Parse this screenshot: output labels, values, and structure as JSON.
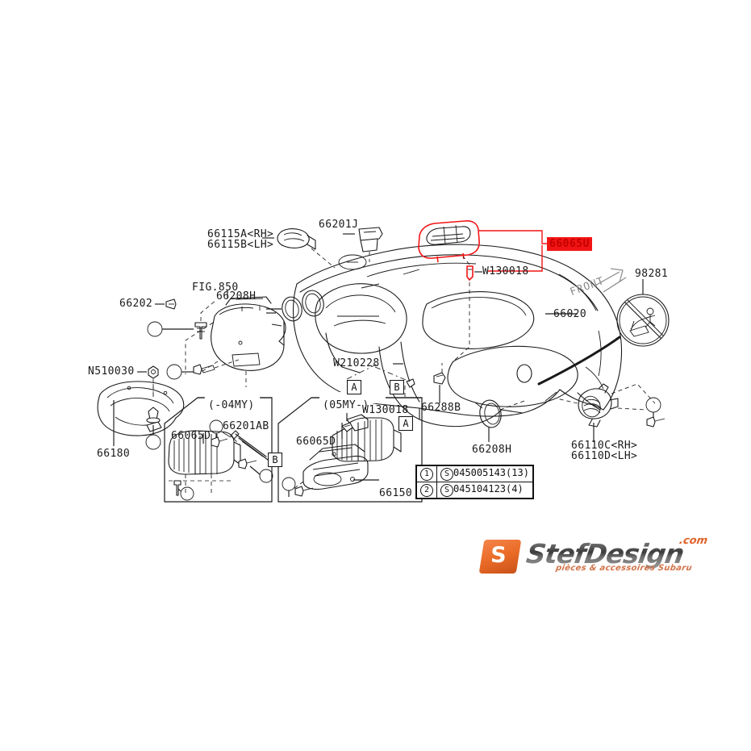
{
  "diagram": {
    "title": "Subaru instrument panel / dashboard parts diagram",
    "accent_red": "#f21414",
    "line_color": "#1a1a1a"
  },
  "highlight": {
    "part_number": "66065U"
  },
  "labels": {
    "p66115": "66115A<RH>\n66115B<LH>",
    "p66201J": "66201J",
    "w130018_top": "W130018",
    "p66202": "66202",
    "fig850": "FIG.850",
    "p66208H_top": "66208H",
    "n510030": "N510030",
    "p66180": "66180",
    "my04": "(-04MY)",
    "p66065D_left": "66065D",
    "p66201AB": "66201AB",
    "w210228": "W210228",
    "my05": "(05MY-)",
    "w130018_mid": "W130018",
    "p66288B": "66288B",
    "p66065D_mid": "66065D",
    "p66150": "66150",
    "p66020": "66020",
    "p98281": "98281",
    "p66208H_bottom": "66208H",
    "p66110": "66110C<RH>\n66110D<LH>",
    "front_arrow": "FRONT"
  },
  "markers": {
    "a_left": "A",
    "b_left": "B",
    "a_right": "A",
    "b_box": "B"
  },
  "legend": {
    "rows": [
      {
        "key": "1",
        "code": "S",
        "value": "045005143(13)"
      },
      {
        "key": "2",
        "code": "S",
        "value": "045104123(4)"
      }
    ]
  },
  "watermark": {
    "mark": "S",
    "name": "StefDesign",
    "domain": ".com",
    "tagline": "pièces & accessoires Subaru"
  }
}
